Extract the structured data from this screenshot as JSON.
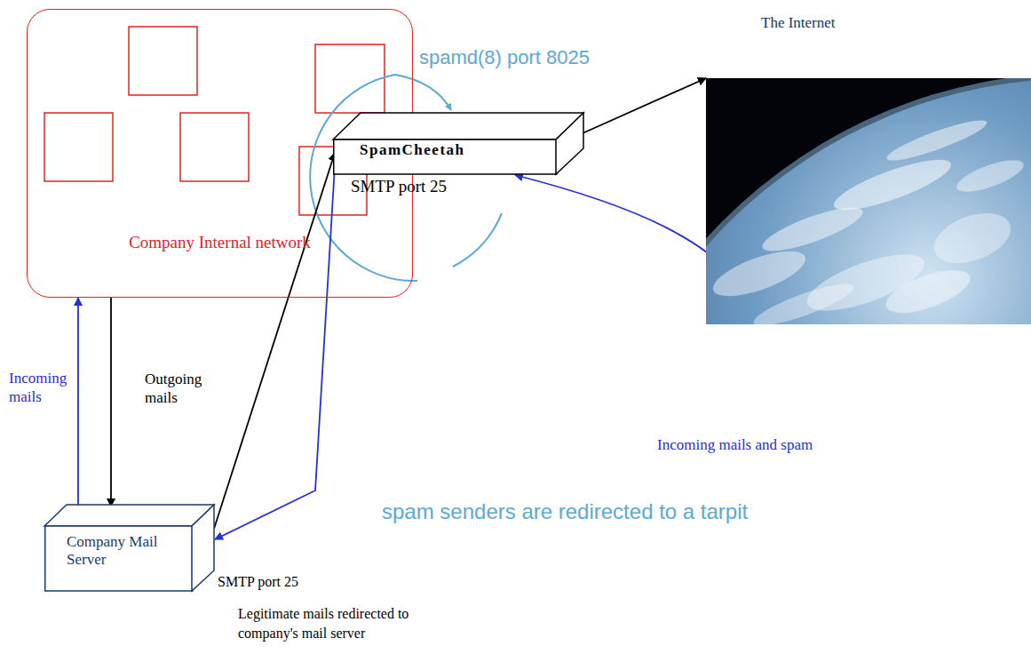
{
  "diagram": {
    "nodes": [
      {
        "text": [
          "Company Internal network"
        ]
      },
      {
        "text": [
          "SpamCheetah"
        ]
      },
      {
        "text": [
          "Company Mail Server"
        ]
      },
      {
        "text": [
          "The Internet"
        ]
      }
    ],
    "edges": [
      {
        "from": 0,
        "to": 2,
        "arrow": "to",
        "label": "Outgoing mails"
      },
      {
        "from": 2,
        "to": 0,
        "arrow": "to",
        "label": "Incoming mails"
      },
      {
        "from": 2,
        "to": 1,
        "arrow": "to"
      },
      {
        "from": 1,
        "to": 3,
        "arrow": "to"
      },
      {
        "from": 3,
        "to": 1,
        "arrow": "to",
        "label": "Incoming mails and spam"
      },
      {
        "from": 1,
        "to": 2,
        "arrow": "to"
      }
    ],
    "labels": [
      "spamd(8) port 8025",
      "SMTP port 25",
      "spam senders are redirected to a tarpit",
      "SMTP port 25",
      "Legitimate mails redirected to company's mail server"
    ]
  }
}
